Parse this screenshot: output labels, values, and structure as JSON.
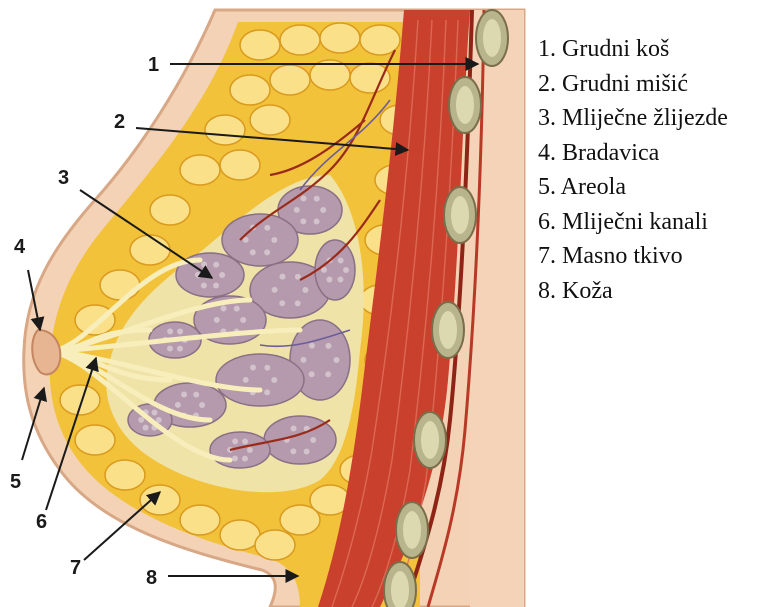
{
  "callouts": [
    {
      "number": "1",
      "label": "Grudni koš"
    },
    {
      "number": "2",
      "label": "Grudni mišić"
    },
    {
      "number": "3",
      "label": "Mliječne žlijezde"
    },
    {
      "number": "4",
      "label": "Bradavica"
    },
    {
      "number": "5",
      "label": "Areola"
    },
    {
      "number": "6",
      "label": "Mliječni kanali"
    },
    {
      "number": "7",
      "label": "Masno tkivo"
    },
    {
      "number": "8",
      "label": "Koža"
    }
  ],
  "legend": [
    "1. Grudni koš",
    "2. Grudni mišić",
    "3. Mliječne žlijezde",
    "4. Bradavica",
    "5. Areola",
    "6. Mliječni kanali",
    "7. Masno tkivo",
    "8. Koža"
  ],
  "colors": {
    "skin": "#f3d2b5",
    "skin_edge": "#d8a886",
    "fat": "#f2c23a",
    "fat_light": "#fbe08a",
    "fat_edge": "#d99a1e",
    "gland": "#b49aac",
    "gland_dark": "#8a6f86",
    "duct": "#f4e7a6",
    "muscle": "#c9402c",
    "muscle_light": "#e0705a",
    "rib": "#b8b48c",
    "rib_core": "#dcd9b0",
    "vessel": "#9a2a1a",
    "arrow": "#1a1a1a"
  }
}
